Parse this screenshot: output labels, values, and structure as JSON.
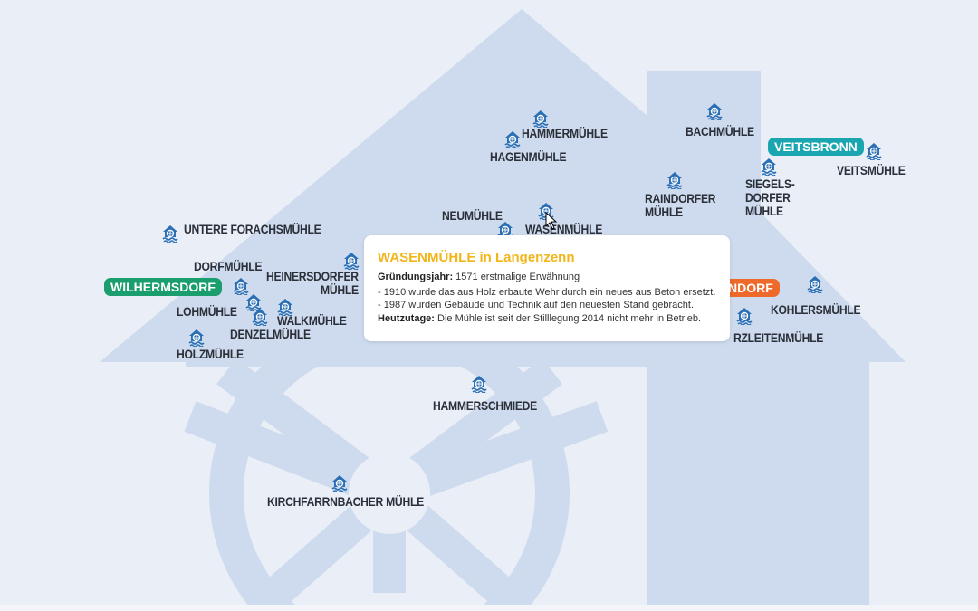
{
  "colors": {
    "background": "#e9eef7",
    "silhouette": "#cedbee",
    "icon": "#2a6fb5",
    "label": "#2b2f38",
    "badge_green": "#1b9e6e",
    "badge_teal": "#1aa6b0",
    "badge_orange": "#ee6a2a",
    "popup_title": "#f2b61b"
  },
  "badges": {
    "wilhermsdorf": "WILHERMSDORF",
    "veitsbronn": "VEITSBRONN",
    "orange_partial": "NDORF"
  },
  "mills": {
    "hammermuehle": "HAMMERMÜHLE",
    "hagenmuehle": "HAGENMÜHLE",
    "bachmuehle": "BACHMÜHLE",
    "veitsmuehle": "VEITSMÜHLE",
    "siegelsdorfer": [
      "SIEGELS-",
      "DORFER",
      "MÜHLE"
    ],
    "raindorfer": [
      "RAINDORFER",
      "MÜHLE"
    ],
    "neumuehle": "NEUMÜHLE",
    "wasenmuehle": "WASENMÜHLE",
    "untere_forachsmuehle": "UNTERE FORACHSMÜHLE",
    "dorfmuehle": "DORFMÜHLE",
    "heinersdorfer": [
      "HEINERSDORFER",
      "MÜHLE"
    ],
    "lohmuehle": "LOHMÜHLE",
    "walkmuehle": "WALKMÜHLE",
    "denzelmuehle": "DENZELMÜHLE",
    "holzmuehle": "HOLZMÜHLE",
    "kohlersmuehle": "KOHLERSMÜHLE",
    "rzleitenmuehle": "RZLEITENMÜHLE",
    "hammerschmiede": "HAMMERSCHMIEDE",
    "kirchfarrnbacher": "KIRCHFARRNBACHER MÜHLE"
  },
  "popup": {
    "title": "WASENMÜHLE in Langenzenn",
    "founded_label": "Gründungsjahr:",
    "founded_text": " 1571 erstmalige Erwähnung",
    "history_1": "- 1910 wurde das aus Holz erbaute Wehr durch ein neues aus Beton ersetzt.",
    "history_2": "- 1987 wurden Gebäude und Technik auf den neuesten Stand gebracht.",
    "today_label": "Heutzutage:",
    "today_text": " Die Mühle ist seit der Stilllegung 2014 nicht mehr in Betrieb."
  }
}
